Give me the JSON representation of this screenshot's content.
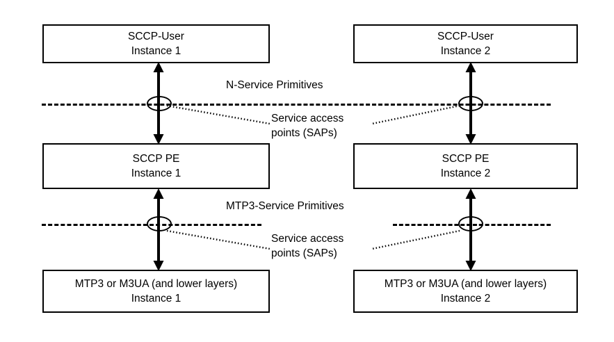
{
  "diagram": {
    "title_text_present": false,
    "colors": {
      "stroke": "#000000",
      "background": "#ffffff",
      "text": "#000000"
    },
    "boxes": [
      {
        "id": "sccp-user-1",
        "line1": "SCCP-User",
        "line2": "Instance 1",
        "column": "left",
        "row": "top"
      },
      {
        "id": "sccp-user-2",
        "line1": "SCCP-User",
        "line2": "Instance 2",
        "column": "right",
        "row": "top"
      },
      {
        "id": "sccp-pe-1",
        "line1": "SCCP PE",
        "line2": "Instance 1",
        "column": "left",
        "row": "middle"
      },
      {
        "id": "sccp-pe-2",
        "line1": "SCCP PE",
        "line2": "Instance 2",
        "column": "right",
        "row": "middle"
      },
      {
        "id": "mtp3-1",
        "line1": "MTP3 or M3UA (and lower layers)",
        "line2": "Instance 1",
        "column": "left",
        "row": "bottom"
      },
      {
        "id": "mtp3-2",
        "line1": "MTP3 or M3UA (and lower layers)",
        "line2": "Instance 2",
        "column": "right",
        "row": "bottom"
      }
    ],
    "primitive_labels": [
      {
        "id": "n-service",
        "text": "N-Service Primitives"
      },
      {
        "id": "mtp3-service",
        "text": "MTP3-Service Primitives"
      }
    ],
    "sap_annotations": [
      {
        "id": "sap-upper",
        "line1": "Service access",
        "line2": "points (SAPs)"
      },
      {
        "id": "sap-lower",
        "line1": "Service access",
        "line2": "points (SAPs)"
      }
    ],
    "sap_markers": [
      {
        "id": "sap-marker-upper-left",
        "shape": "ellipse-icon"
      },
      {
        "id": "sap-marker-upper-right",
        "shape": "ellipse-icon"
      },
      {
        "id": "sap-marker-lower-left",
        "shape": "ellipse-icon"
      },
      {
        "id": "sap-marker-lower-right",
        "shape": "ellipse-icon"
      }
    ],
    "arrows": [
      {
        "id": "arrow-upper-left",
        "style": "double-headed-vertical"
      },
      {
        "id": "arrow-upper-right",
        "style": "double-headed-vertical"
      },
      {
        "id": "arrow-lower-left",
        "style": "double-headed-vertical"
      },
      {
        "id": "arrow-lower-right",
        "style": "double-headed-vertical"
      }
    ]
  }
}
